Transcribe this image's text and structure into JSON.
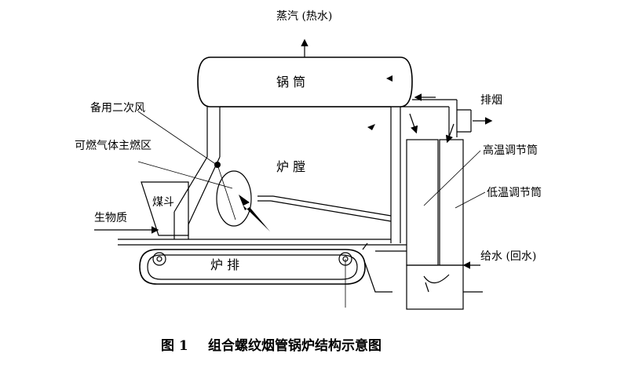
{
  "labels": {
    "steam": "蒸汽 (热水)",
    "drum": "锅    筒",
    "exhaust": "排烟",
    "backup_air": "备用二次风",
    "combustible_zone": "可燃气体主燃区",
    "furnace": "炉    膛",
    "high_temp_header": "高温调节筒",
    "low_temp_header": "低温调节筒",
    "coal": "煤斗",
    "biomass": "生物质",
    "grate": "炉    排",
    "feed_water": "给水 (回水)"
  },
  "caption": {
    "figure_no": "图 1",
    "title": "组合螺纹烟管锅炉结构示意图"
  }
}
